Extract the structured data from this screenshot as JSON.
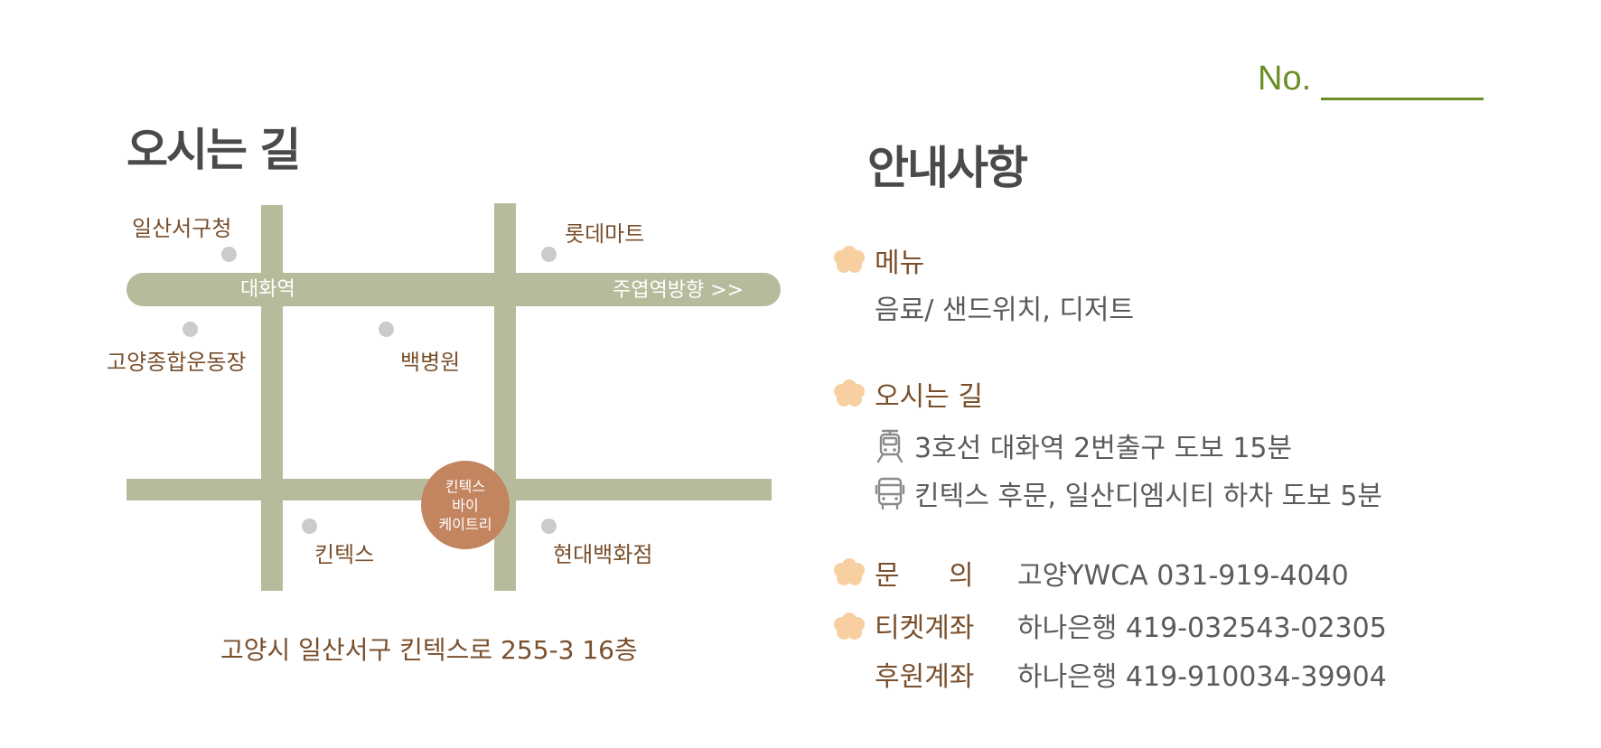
{
  "ticket": {
    "label": "No."
  },
  "directions": {
    "title": "오시는 길",
    "map": {
      "labels": {
        "ilsan_seogu_office": "일산서구청",
        "lotte_mart": "롯데마트",
        "daehwa_station": "대화역",
        "toward_juyeop": "주엽역방향 >>",
        "goyang_sports_complex": "고양종합운동장",
        "baek_hospital": "백병원",
        "kintex": "킨텍스",
        "hyundai_dept_store": "현대백화점"
      },
      "marker": {
        "line1": "킨텍스",
        "line2": "바이",
        "line3": "케이트리"
      }
    },
    "address": "고양시 일산서구 킨텍스로 255-3 16층"
  },
  "info": {
    "title": "안내사항",
    "menu": {
      "label": "메뉴",
      "text": "음료/ 샌드위치, 디저트"
    },
    "route": {
      "label": "오시는 길",
      "subway": {
        "icon": "train-icon",
        "text": "3호선 대화역 2번출구 도보 15분"
      },
      "bus": {
        "icon": "bus-icon",
        "text": "킨텍스 후문, 일산디엠시티 하차 도보 5분"
      }
    },
    "inquiry": {
      "label_part1": "문",
      "label_part2": "의",
      "text": "고양YWCA 031-919-4040"
    },
    "ticket_account": {
      "label": "티켓계좌",
      "text": "하나은행 419-032543-02305"
    },
    "donation_account": {
      "label": "후원계좌",
      "text": "하나은행 419-910034-39904"
    }
  },
  "colors": {
    "accent_green": "#6a8e23",
    "brown_text": "#7a4f2c",
    "road": "#b8bb9b",
    "marker": "#c38460",
    "flower": "#f8cfa0"
  }
}
